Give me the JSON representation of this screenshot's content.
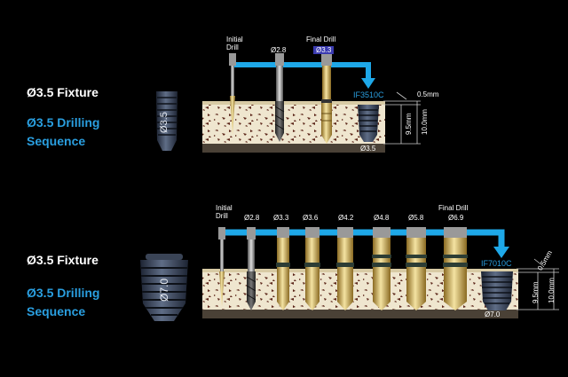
{
  "section1": {
    "fixture_title": "Ø3.5 Fixture",
    "drilling_title_line1": "Ø3.5 Drilling",
    "drilling_title_line2": "Sequence",
    "fixture_label": "Ø3.5",
    "drill_initial_line1": "Initial",
    "drill_initial_line2": "Drill",
    "drill_labels": [
      "Ø2.8"
    ],
    "final_drill_label": "Final Drill",
    "final_drill_size": "Ø3.3",
    "fixture_code": "IF3510C",
    "depth_label": "9.5mm",
    "total_label": "10.0mm",
    "offset_label": "0.5mm",
    "diameter_label": "Ø3.5"
  },
  "section2": {
    "fixture_title": "Ø3.5 Fixture",
    "drilling_title_line1": "Ø3.5 Drilling",
    "drilling_title_line2": "Sequence",
    "fixture_label": "Ø7.0",
    "drill_initial_line1": "Initial",
    "drill_initial_line2": "Drill",
    "drill_labels": [
      "Ø2.8",
      "Ø3.3",
      "Ø3.6",
      "Ø4.2",
      "Ø4.8",
      "Ø5.8",
      "Ø6.9"
    ],
    "final_drill_label": "Final Drill",
    "fixture_code": "IF7010C",
    "depth_label": "9.5mm",
    "total_label": "10.0mm",
    "offset_label": "0.5mm",
    "diameter_label": "Ø7.0"
  },
  "colors": {
    "accent_blue": "#2a9fe0",
    "arrow_blue": "#1ea8e8",
    "bone": "#efe6cf",
    "highlight": "#3a3ab0"
  }
}
